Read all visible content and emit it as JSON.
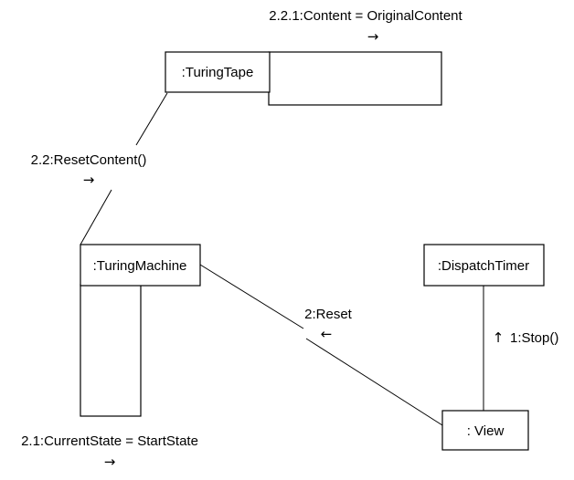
{
  "objects": {
    "turing_tape": ":TuringTape",
    "turing_machine": ":TuringMachine",
    "dispatch_timer": ":DispatchTimer",
    "view": ": View"
  },
  "messages": {
    "content_reset": "2.2.1:Content = OriginalContent",
    "reset_content": "2.2:ResetContent()",
    "current_state": "2.1:CurrentState = StartState",
    "reset": "2:Reset",
    "stop": "1:Stop()"
  },
  "arrows": {
    "right": "→",
    "left": "←",
    "up": "↑"
  }
}
